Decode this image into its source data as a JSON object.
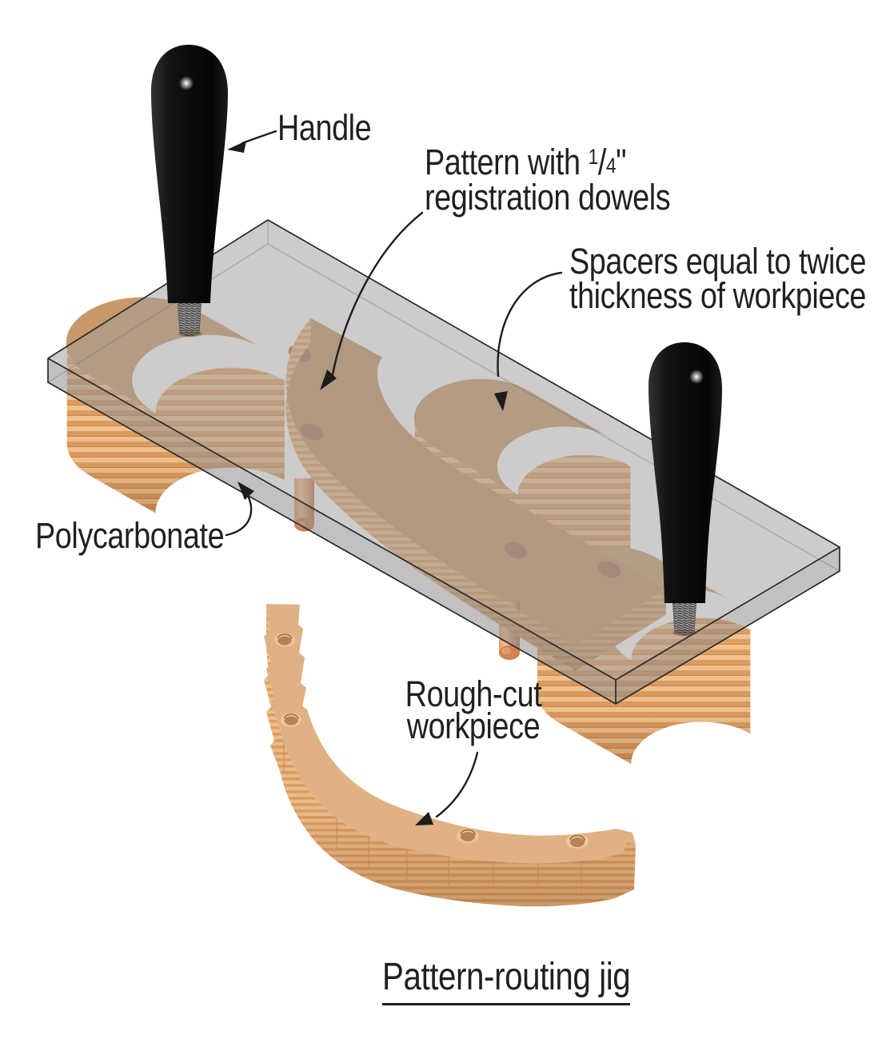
{
  "figure": {
    "caption": "Pattern-routing jig",
    "labels": {
      "handle": {
        "text": "Handle"
      },
      "pattern": {
        "prefix": "Pattern with ",
        "fraction": {
          "numerator": "1",
          "slash": "/",
          "denominator": "4"
        },
        "unit_mark": "\"",
        "line2": "registration dowels"
      },
      "spacers": {
        "line1": "Spacers equal to twice",
        "line2": "thickness of workpiece"
      },
      "polycarbonate": {
        "text": "Polycarbonate"
      },
      "workpiece": {
        "line1": "Rough-cut",
        "line2": "workpiece"
      }
    },
    "colors": {
      "ink": "#231f20",
      "plate_gray": "#a09e9c",
      "wood_top": "#c89a6b",
      "wood_top_light": "#dfb184",
      "lamination_light": "#f6c795",
      "lamination_dark": "#e2a162",
      "hole_brown": "#a9765a",
      "handle_black": "#0c0c0d",
      "dowel_copper": "#d9905e",
      "thread_gray": "#a3a3a3"
    }
  }
}
